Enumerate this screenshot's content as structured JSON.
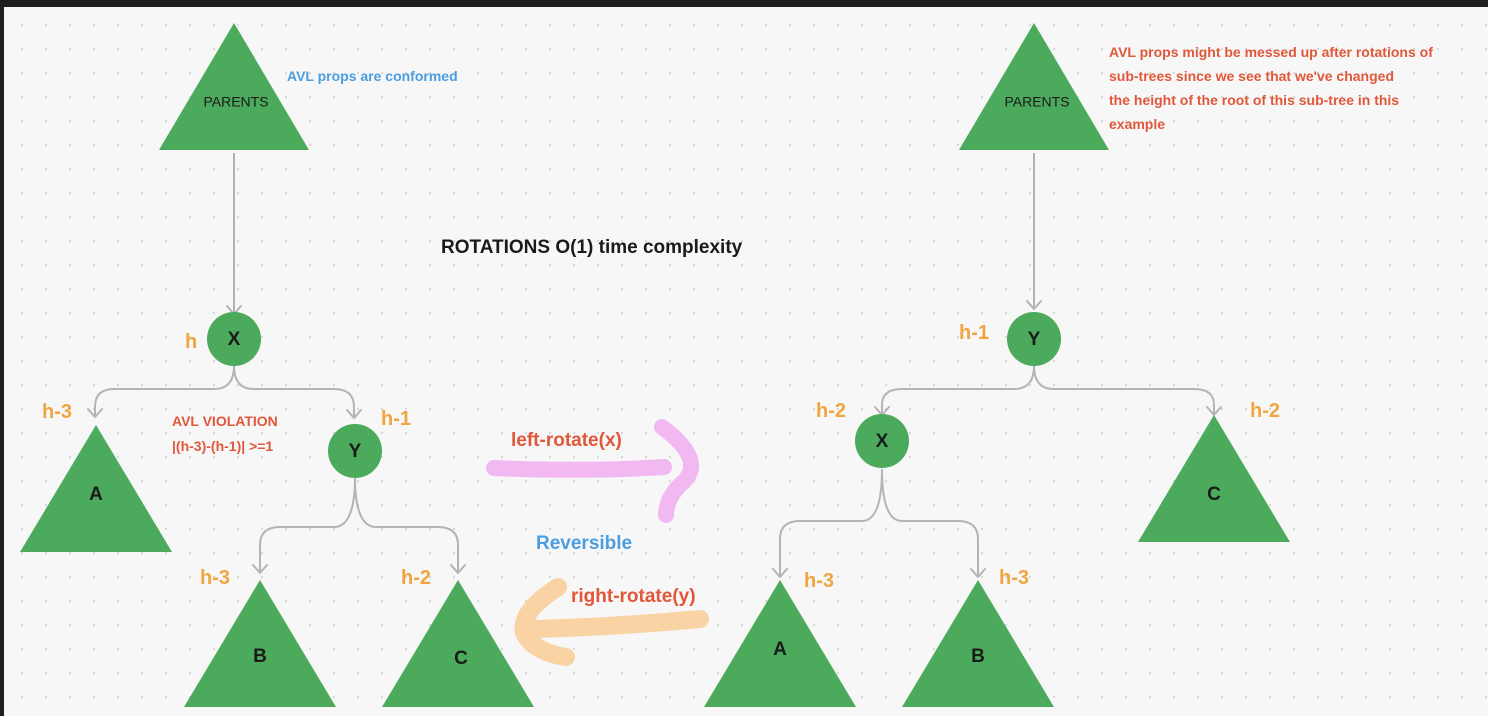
{
  "title": "ROTATIONS O(1) time complexity",
  "colors": {
    "node_fill": "#4caa5c",
    "height_label": "#f0a540",
    "warning_text": "#e0573a",
    "info_text": "#4a9de0",
    "left_arrow_stroke": "#f2b8f2",
    "right_arrow_stroke": "#f9d3a4"
  },
  "left_tree": {
    "parents_label": "PARENTS",
    "parents_note": "AVL props are conformed",
    "x_node": {
      "label": "X",
      "height": "h"
    },
    "y_node": {
      "label": "Y",
      "height": "h-1"
    },
    "a_subtree": {
      "label": "A",
      "height": "h-3"
    },
    "b_subtree": {
      "label": "B",
      "height": "h-3"
    },
    "c_subtree": {
      "label": "C",
      "height": "h-2"
    },
    "violation_title": "AVL VIOLATION",
    "violation_formula": "|(h-3)-(h-1)| >=1"
  },
  "right_tree": {
    "parents_label": "PARENTS",
    "parents_note_lines": [
      "AVL props might be messed up after rotations of",
      "sub-trees since we see that we've changed",
      "the height of the root of this sub-tree in this",
      "example"
    ],
    "y_node": {
      "label": "Y",
      "height": "h-1"
    },
    "x_node": {
      "label": "X",
      "height": "h-2"
    },
    "a_subtree": {
      "label": "A",
      "height": "h-3"
    },
    "b_subtree": {
      "label": "B",
      "height": "h-3"
    },
    "c_subtree": {
      "label": "C",
      "height": "h-2"
    }
  },
  "operations": {
    "left_rotate": "left-rotate(x)",
    "right_rotate": "right-rotate(y)",
    "reversible": "Reversible"
  }
}
